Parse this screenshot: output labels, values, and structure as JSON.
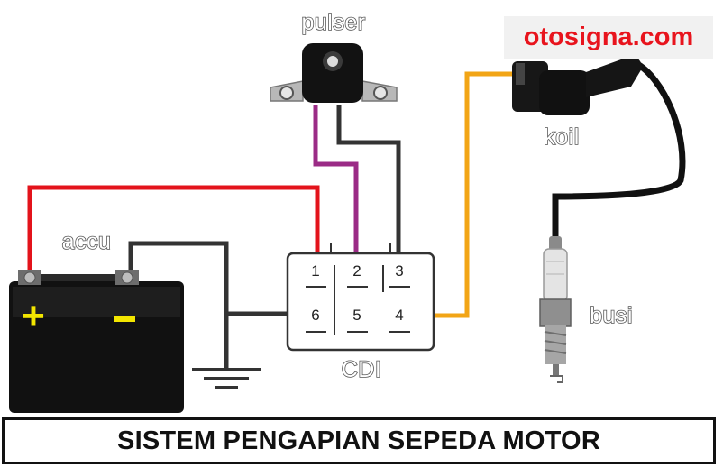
{
  "watermark": "otosigna.com",
  "caption": "SISTEM PENGAPIAN SEPEDA MOTOR",
  "components": {
    "pulser": "pulser",
    "koil": "koil",
    "accu": "accu",
    "cdi": "CDI",
    "busi": "busi"
  },
  "battery_terminals": {
    "positive": "+",
    "negative": "−"
  },
  "cdi_pins": [
    "1",
    "2",
    "3",
    "6",
    "5",
    "4"
  ],
  "colors": {
    "wire_positive": "#e3131b",
    "wire_pulser": "#9b2b86",
    "wire_ground": "#333333",
    "wire_ignition": "#f2a516",
    "wire_high_tension": "#111111",
    "terminal_mark": "#f3e600",
    "watermark_text": "#e8141d"
  }
}
